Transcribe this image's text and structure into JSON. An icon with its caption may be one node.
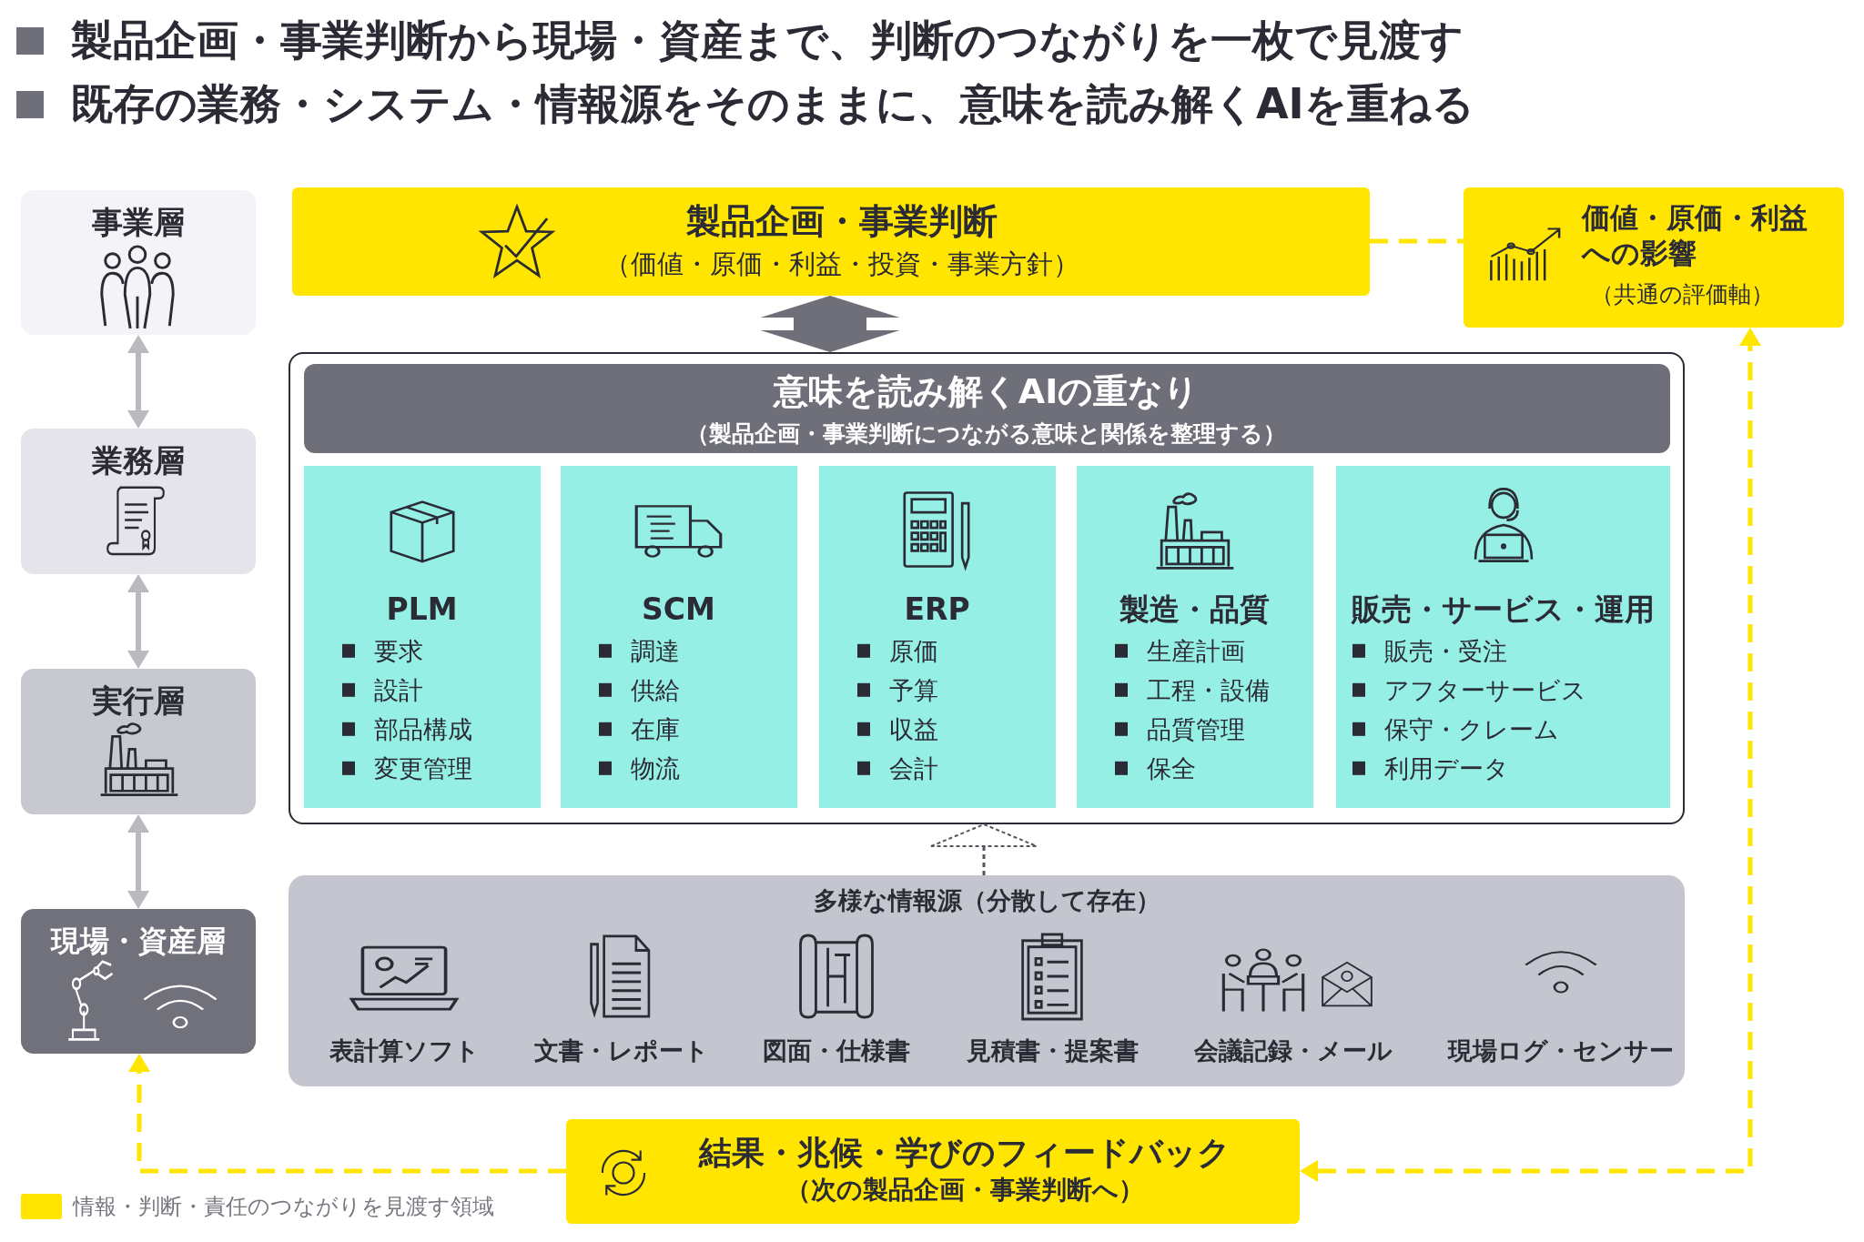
{
  "diagram": {
    "nodes": [
      {
        "text": [
          "事業層"
        ]
      },
      {
        "text": [
          "業務層"
        ]
      },
      {
        "text": [
          "実行層"
        ]
      },
      {
        "text": [
          "現場・資産層"
        ]
      },
      {
        "text": [
          "製品企画・事業判断",
          "（価値・原価・利益・投資・事業方針）"
        ]
      },
      {
        "text": [
          "価値・原価・利益への影響",
          "（共通の評価軸）"
        ]
      },
      {
        "text": [],
        "shape": "box"
      },
      {
        "text": [
          "意味を読み解くAIの重なり",
          "（製品企画・事業判断につながる意味と関係を整理する）"
        ],
        "in": 6
      },
      {
        "text": [
          "PLM",
          "要求",
          "設計",
          "部品構成",
          "変更管理"
        ],
        "in": 6
      },
      {
        "text": [
          "SCM",
          "調達",
          "供給",
          "在庫",
          "物流"
        ],
        "in": 6
      },
      {
        "text": [
          "ERP",
          "原価",
          "予算",
          "収益",
          "会計"
        ],
        "in": 6
      },
      {
        "text": [
          "製造・品質",
          "生産計画",
          "工程・設備",
          "品質管理",
          "保全"
        ],
        "in": 6
      },
      {
        "text": [
          "販売・サービス・運用",
          "販売・受注",
          "アフターサービス",
          "保守・クレーム",
          "利用データ"
        ],
        "in": 6
      },
      {
        "text": [
          "多様な情報源（分散して存在）",
          "表計算ソフト",
          "文書・レポート",
          "図面・仕様書",
          "見積書・提案書",
          "会議記録・メール",
          "現場ログ・センサー"
        ]
      },
      {
        "text": [
          "結果・兆候・学びのフィードバック",
          "（次の製品企画・事業判断へ）"
        ]
      }
    ],
    "edges": [
      {
        "from": 0,
        "to": 1,
        "arrow": "both"
      },
      {
        "from": 1,
        "to": 2,
        "arrow": "both"
      },
      {
        "from": 2,
        "to": 3,
        "arrow": "both"
      },
      {
        "from": 4,
        "to": 6,
        "arrow": "both",
        "style": "thick",
        "color": "#6f6f7a"
      },
      {
        "from": 13,
        "to": 6,
        "arrow": "to",
        "style": "dashed",
        "color": "#555560"
      },
      {
        "from": 4,
        "to": 5,
        "arrow": "none",
        "style": "dashed",
        "color": "#ffe500"
      },
      {
        "from": 14,
        "to": 3,
        "arrow": "to",
        "style": "dashed",
        "color": "#ffe500"
      },
      {
        "from": 14,
        "to": 5,
        "arrow": "both",
        "style": "dashed",
        "color": "#ffe500"
      }
    ],
    "labels": [
      "製品企画・事業判断から現場・資産まで、判断のつながりを一枚で見渡す",
      "既存の業務・システム・情報源をそのままに、意味を読み解くAIを重ねる"
    ],
    "legend": [
      {
        "text": "情報・判断・責任のつながりを見渡す領域",
        "color": "#ffe500"
      }
    ]
  }
}
